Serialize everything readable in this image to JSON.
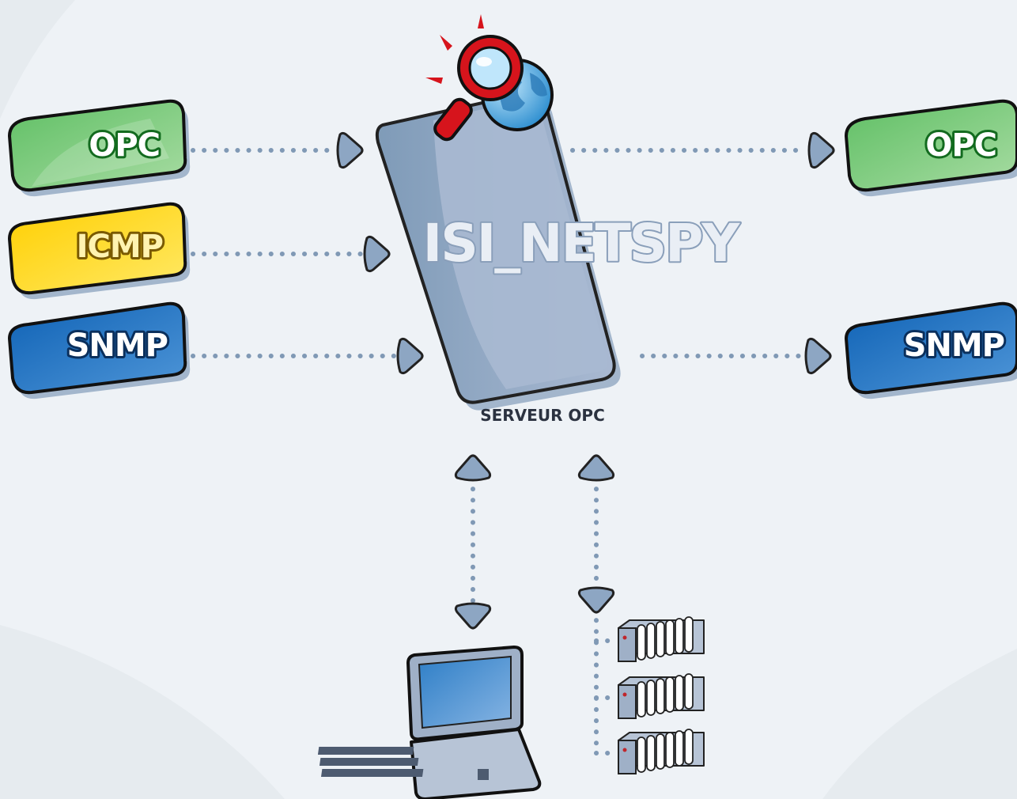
{
  "title": "ISI_NETSPY",
  "server_caption": "SERVEUR OPC",
  "inputs": [
    {
      "label": "OPC",
      "kind": "green-icon"
    },
    {
      "label": "ICMP",
      "kind": "yellow-icon"
    },
    {
      "label": "SNMP",
      "kind": "blue-icon"
    }
  ],
  "outputs": [
    {
      "label": "OPC",
      "kind": "green-icon"
    },
    {
      "label": "SNMP",
      "kind": "blue-icon"
    }
  ],
  "icons": {
    "server": "server-slab-icon",
    "inspector": "magnifier-globe-icon",
    "client": "laptop-icon",
    "devices": "server-rack-icon"
  },
  "colors": {
    "opc": "#6cc16f",
    "icmp": "#ffd400",
    "snmp": "#1a6fbf",
    "server": "#8da6c3",
    "connector": "#8099b5",
    "magnifier": "#d6141c",
    "globe": "#3aa0dc",
    "background": "#eef2f6"
  }
}
